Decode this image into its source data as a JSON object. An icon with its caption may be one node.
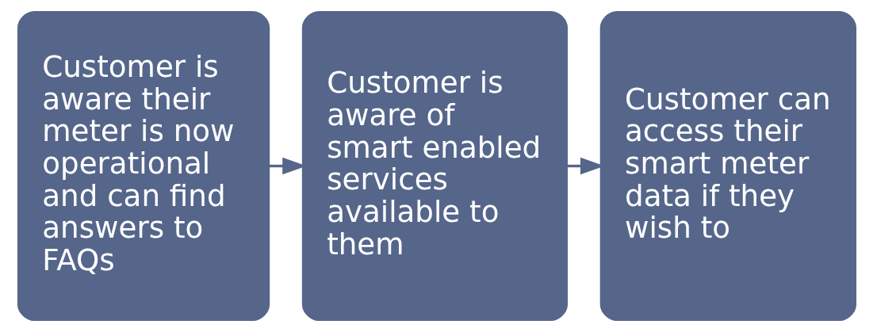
{
  "diagram": {
    "nodes": [
      {
        "text": [
          "Customer is aware their meter is now operational and can find answers to FAQs"
        ]
      },
      {
        "text": [
          "Customer is aware of smart enabled services available to them"
        ]
      },
      {
        "text": [
          "Customer can access their smart meter data if they wish to"
        ]
      }
    ],
    "edges": [
      {
        "from": 0,
        "to": 1,
        "arrow": "to"
      },
      {
        "from": 1,
        "to": 2,
        "arrow": "to"
      }
    ]
  }
}
